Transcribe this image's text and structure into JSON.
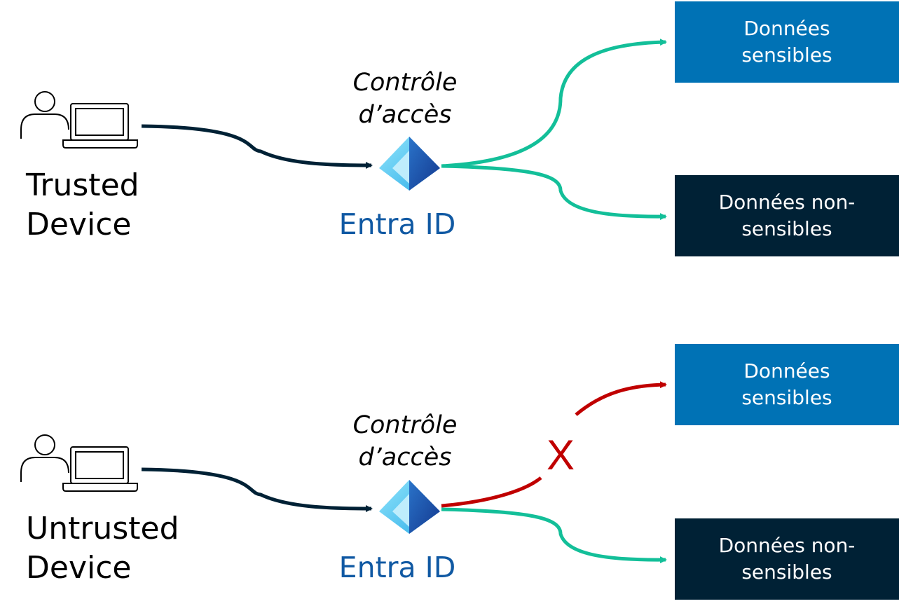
{
  "colors": {
    "dark_navy": "#002135",
    "sensitive_blue": "#0072b5",
    "allowed_teal": "#13bf99",
    "blocked_red": "#c00000",
    "entra_text": "#1059a3"
  },
  "icons": [
    "user-icon",
    "laptop-icon",
    "entra-id-icon",
    "arrow-icon"
  ],
  "scenarios": [
    {
      "device_line1": "Trusted",
      "device_line2": "Device",
      "control_line1": "Contrôle",
      "control_line2": "d’accès",
      "entra": "Entra ID",
      "sensitive_line1": "Données",
      "sensitive_line2": "sensibles",
      "nonsensitive_line1": "Données non-",
      "nonsensitive_line2": "sensibles",
      "sensitive_access": "allowed",
      "nonsensitive_access": "allowed"
    },
    {
      "device_line1": "Untrusted",
      "device_line2": "Device",
      "control_line1": "Contrôle",
      "control_line2": "d’accès",
      "entra": "Entra ID",
      "sensitive_line1": "Données",
      "sensitive_line2": "sensibles",
      "nonsensitive_line1": "Données non-",
      "nonsensitive_line2": "sensibles",
      "sensitive_access": "blocked",
      "nonsensitive_access": "allowed",
      "blocked_mark": "X"
    }
  ]
}
